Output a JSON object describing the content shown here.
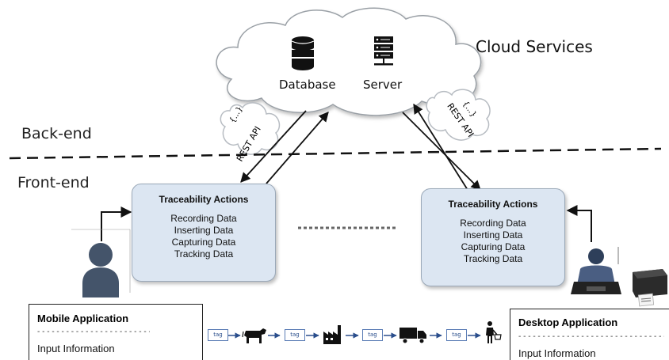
{
  "cloud": {
    "title": "Cloud Services"
  },
  "nodes": {
    "database": "Database",
    "server": "Server"
  },
  "api": {
    "brace": "{...}",
    "label": "REST API"
  },
  "lanes": {
    "backend": "Back-end",
    "frontend": "Front-end"
  },
  "panels": [
    {
      "title": "Traceability Actions",
      "items": [
        "Recording Data",
        "Inserting Data",
        "Capturing Data",
        "Tracking Data"
      ]
    },
    {
      "title": "Traceability Actions",
      "items": [
        "Recording Data",
        "Inserting Data",
        "Capturing Data",
        "Tracking Data"
      ]
    }
  ],
  "mobile_app": {
    "title": "Mobile Application",
    "field": "Input Information"
  },
  "desktop_app": {
    "title": "Desktop Application",
    "field": "Input Information"
  },
  "chain": {
    "tag_label": "tag"
  },
  "icons": [
    "database-icon",
    "server-icon",
    "user-icon",
    "phone-icon",
    "cow-icon",
    "factory-icon",
    "truck-icon",
    "shopper-icon",
    "printer-icon",
    "laptop-user-icon"
  ],
  "colors": {
    "panel_fill": "#dce6f2",
    "arrow": "#111111",
    "tag_border": "#5b7db5",
    "user_fill": "#44546a"
  }
}
